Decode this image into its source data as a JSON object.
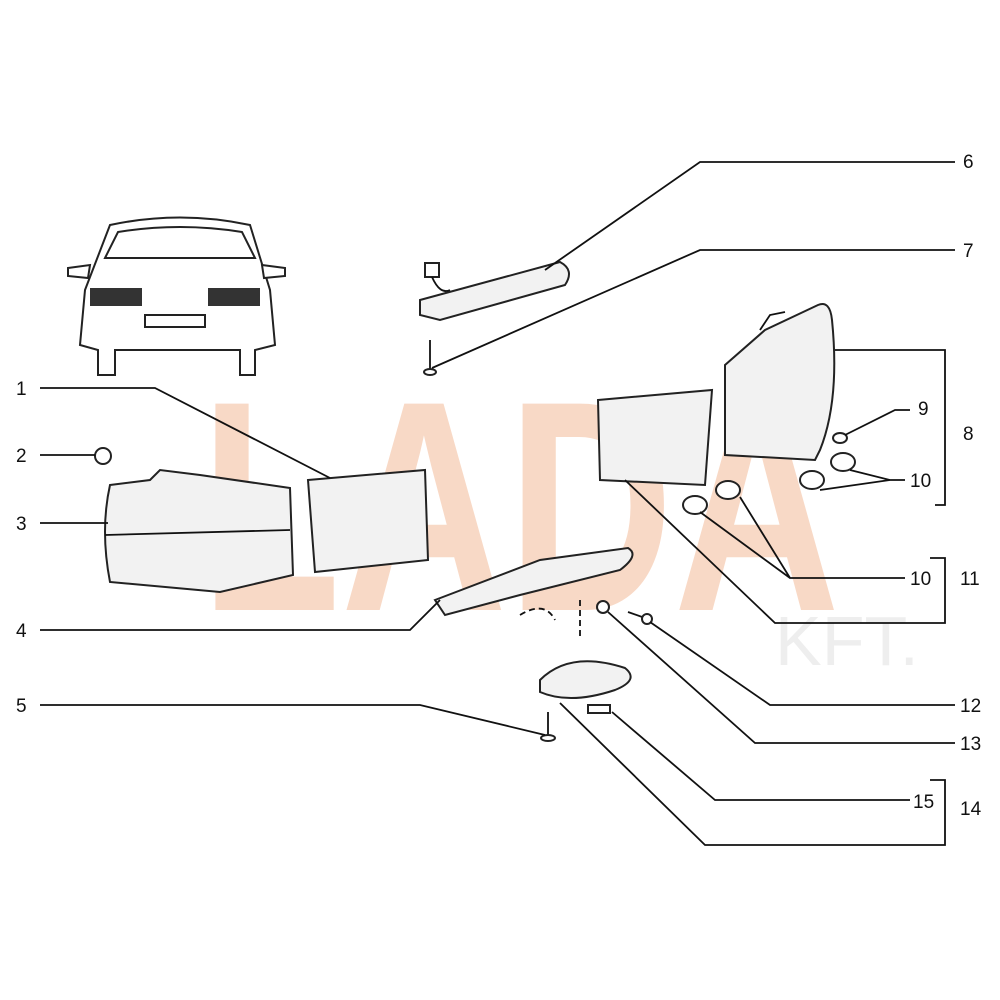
{
  "watermark": {
    "main": "LADA",
    "sub": "KFT."
  },
  "callouts": [
    {
      "num": "1"
    },
    {
      "num": "2"
    },
    {
      "num": "3"
    },
    {
      "num": "4"
    },
    {
      "num": "5"
    },
    {
      "num": "6"
    },
    {
      "num": "7"
    },
    {
      "num": "8"
    },
    {
      "num": "9"
    },
    {
      "num": "10"
    },
    {
      "num": "10"
    },
    {
      "num": "11"
    },
    {
      "num": "12"
    },
    {
      "num": "13"
    },
    {
      "num": "14"
    },
    {
      "num": "15"
    }
  ]
}
